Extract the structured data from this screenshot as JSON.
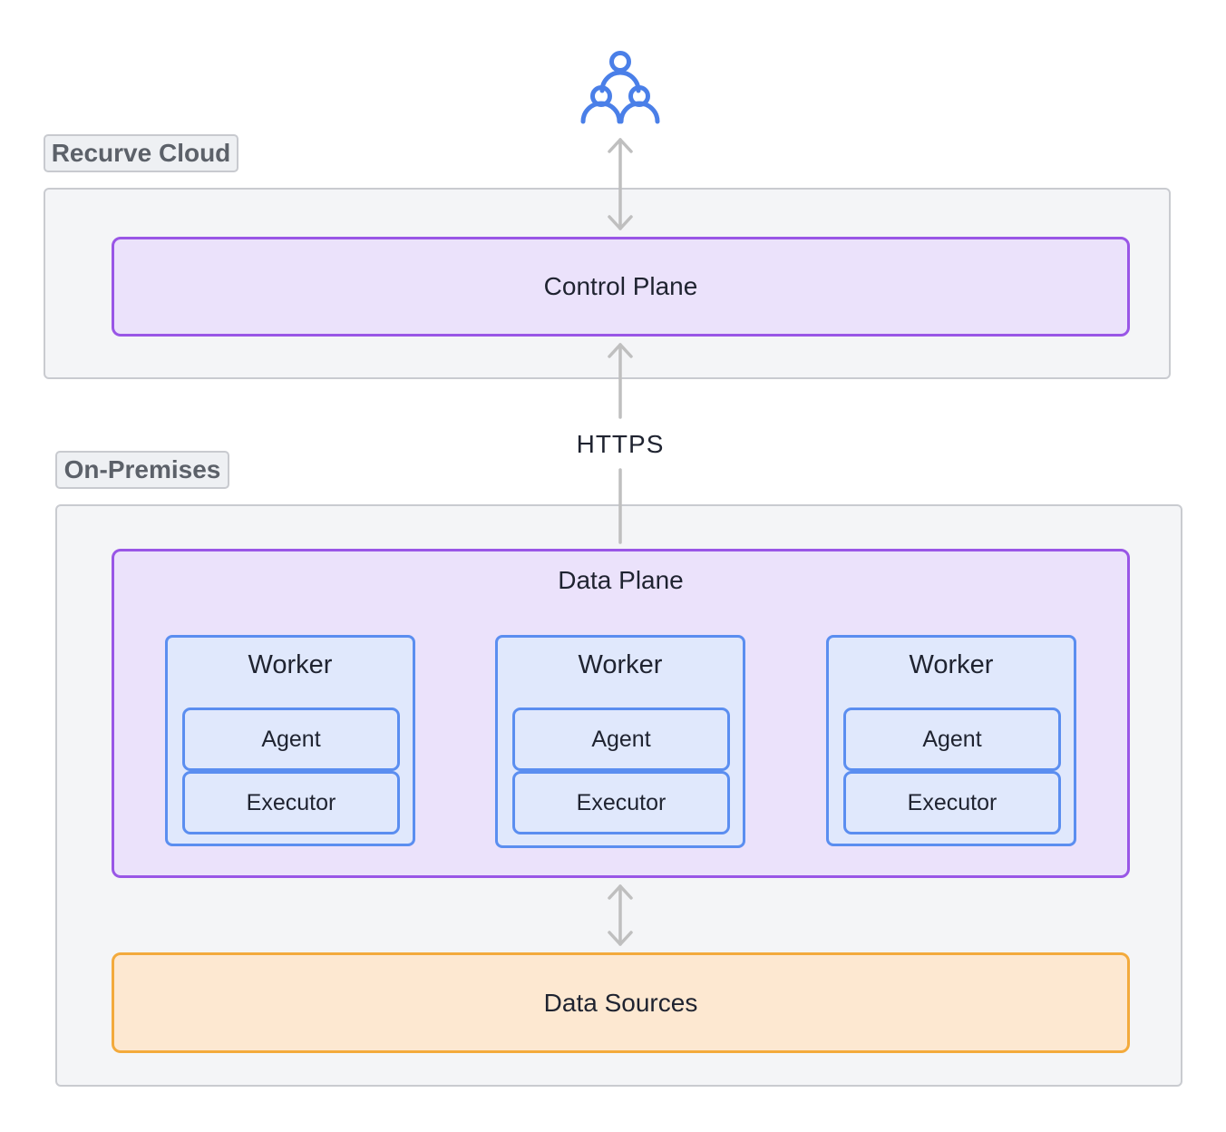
{
  "zones": {
    "cloud_label": "Recurve Cloud",
    "onprem_label": "On-Premises"
  },
  "control_plane": {
    "label": "Control Plane"
  },
  "connection": {
    "label": "HTTPS"
  },
  "data_plane": {
    "label": "Data Plane",
    "workers": [
      {
        "title": "Worker",
        "components": [
          "Agent",
          "Executor"
        ]
      },
      {
        "title": "Worker",
        "components": [
          "Agent",
          "Executor"
        ]
      },
      {
        "title": "Worker",
        "components": [
          "Agent",
          "Executor"
        ]
      }
    ]
  },
  "data_sources": {
    "label": "Data Sources"
  },
  "icons": {
    "users": "users-group-icon"
  },
  "colors": {
    "users_icon": "#4a7fe8",
    "arrow": "#bfbfbf",
    "plane_border": "#9956e6",
    "plane_fill": "#ebe2fb",
    "worker_border": "#5b8ef0",
    "worker_fill": "#e0e8fc",
    "sources_border": "#f3aa3c",
    "sources_fill": "#fde8d1"
  }
}
